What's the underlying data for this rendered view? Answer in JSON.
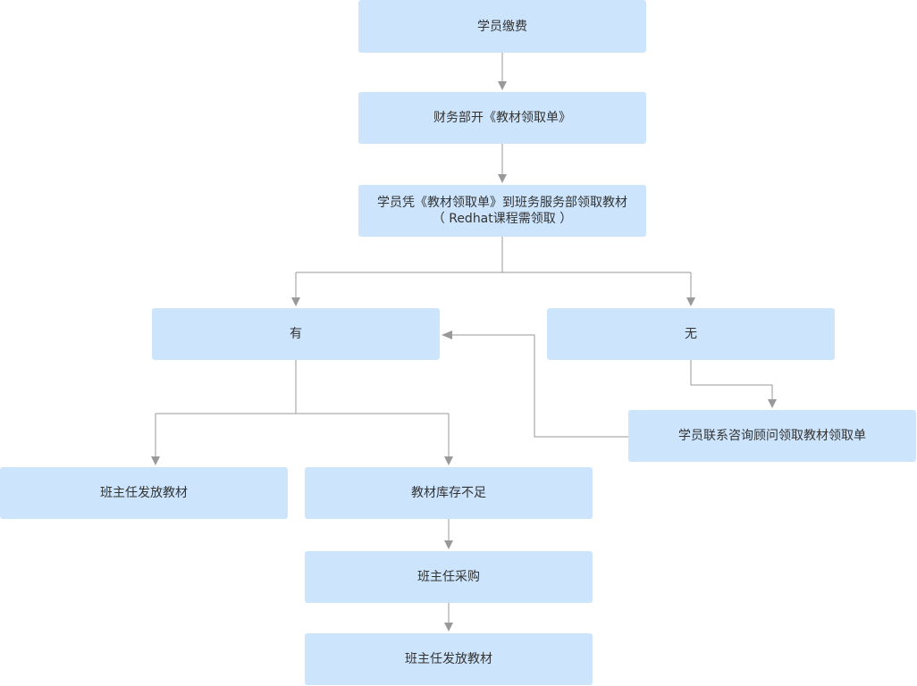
{
  "nodes": {
    "pay": "学员缴费",
    "finance": "财务部开《教材领取单》",
    "collect_line1": "学员凭《教材领取单》到班务服务部领取教材",
    "collect_line2": "（ Redhat课程需领取 ）",
    "yes": "有",
    "no": "无",
    "contact": "学员联系咨询顾问领取教材领取单",
    "distribute": "班主任发放教材",
    "shortage": "教材库存不足",
    "purchase": "班主任采购",
    "distribute2": "班主任发放教材"
  },
  "colors": {
    "node_fill": "#cce5fc",
    "connector": "#999999",
    "text": "#333333"
  }
}
